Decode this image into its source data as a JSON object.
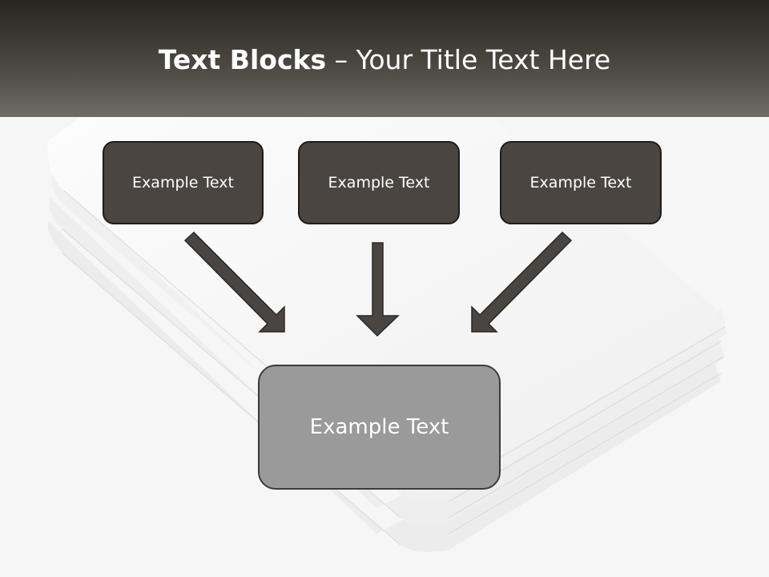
{
  "slide": {
    "title_bold": "Text Blocks",
    "title_dash": "–",
    "title_rest": "Your Title Text Here"
  },
  "boxes": {
    "left": "Example Text",
    "center": "Example Text",
    "right": "Example Text",
    "result": "Example Text"
  },
  "colors": {
    "header_dark": "#28251f",
    "header_light": "#6f6c63",
    "box_fill": "#4a4540",
    "result_fill": "#9a9a9a",
    "arrow_fill": "#4a4540"
  }
}
